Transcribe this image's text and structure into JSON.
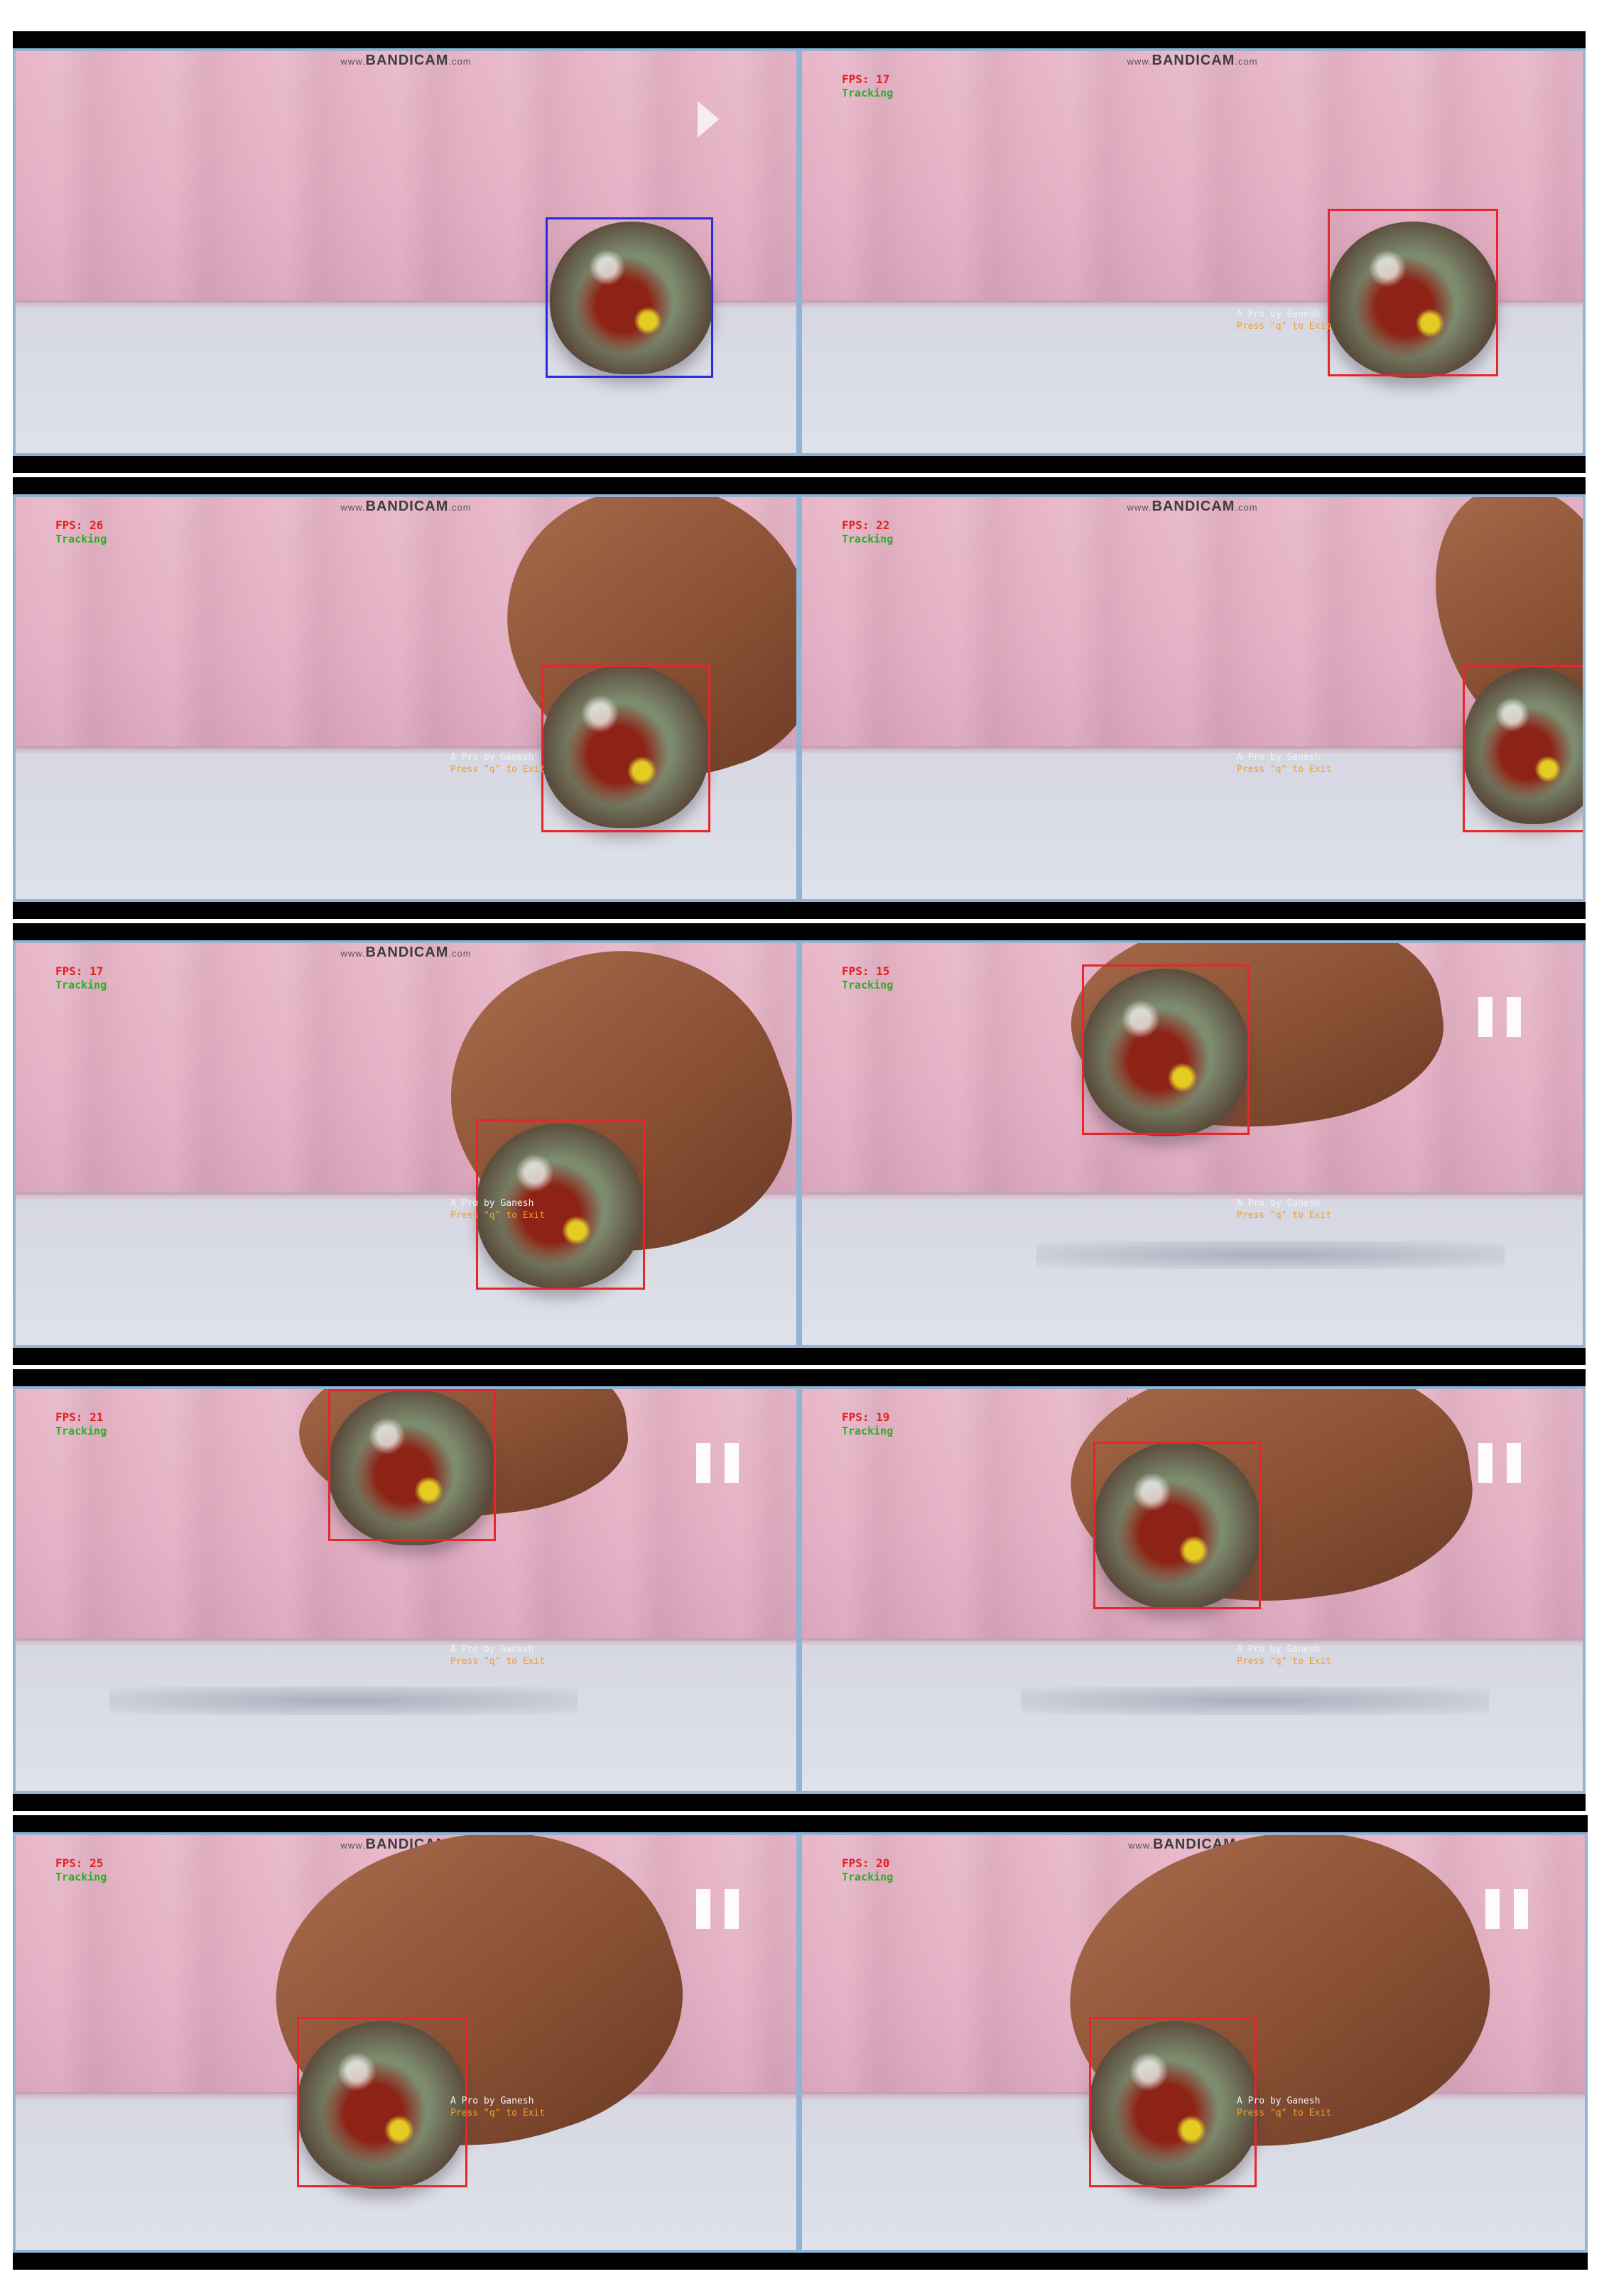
{
  "watermark": {
    "prefix": "www.",
    "brand": "BANDICAM",
    "suffix": ".com"
  },
  "credit": {
    "line1": "A Pro by Ganesh",
    "line2": "Press \"q\" to Exit"
  },
  "status_label": "Tracking",
  "colors": {
    "tracking_box": "#e5262b",
    "initial_box": "#2a2ae0",
    "fps_text": "#e32020",
    "status_text": "#1fb51f"
  },
  "frames": [
    {
      "id": "frame-1",
      "fps": "",
      "status": "",
      "credit": false,
      "overlay_icon": "play-icon"
    },
    {
      "id": "frame-2",
      "fps": "FPS: 17",
      "status": "Tracking",
      "credit": true,
      "overlay_icon": ""
    },
    {
      "id": "frame-3",
      "fps": "FPS: 26",
      "status": "Tracking",
      "credit": true,
      "overlay_icon": ""
    },
    {
      "id": "frame-4",
      "fps": "FPS: 22",
      "status": "Tracking",
      "credit": true,
      "overlay_icon": ""
    },
    {
      "id": "frame-5",
      "fps": "FPS: 17",
      "status": "Tracking",
      "credit": true,
      "overlay_icon": "pause-icon"
    },
    {
      "id": "frame-6",
      "fps": "FPS: 15",
      "status": "Tracking",
      "credit": true,
      "overlay_icon": "pause-icon"
    },
    {
      "id": "frame-7",
      "fps": "FPS: 21",
      "status": "Tracking",
      "credit": true,
      "overlay_icon": "pause-icon"
    },
    {
      "id": "frame-8",
      "fps": "FPS: 19",
      "status": "Tracking",
      "credit": true,
      "overlay_icon": "pause-icon"
    },
    {
      "id": "frame-9",
      "fps": "FPS: 25",
      "status": "Tracking",
      "credit": true,
      "overlay_icon": "pause-icon"
    },
    {
      "id": "frame-10",
      "fps": "FPS: 20",
      "status": "Tracking",
      "credit": true,
      "overlay_icon": "pause-icon"
    }
  ]
}
